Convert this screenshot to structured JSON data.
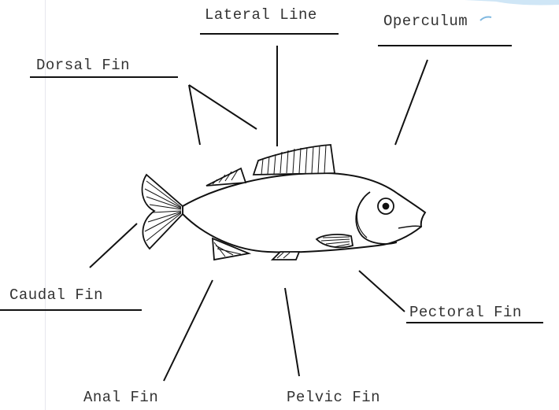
{
  "diagram": {
    "labels": {
      "lateral_line": "Lateral Line",
      "operculum": "Operculum",
      "dorsal_fin": "Dorsal Fin",
      "caudal_fin": "Caudal Fin",
      "pectoral_fin": "Pectoral Fin",
      "anal_fin": "Anal Fin",
      "pelvic_fin": "Pelvic Fin"
    }
  },
  "colors": {
    "line": "#111111",
    "text": "#333333",
    "accent": "#4aa3df"
  }
}
